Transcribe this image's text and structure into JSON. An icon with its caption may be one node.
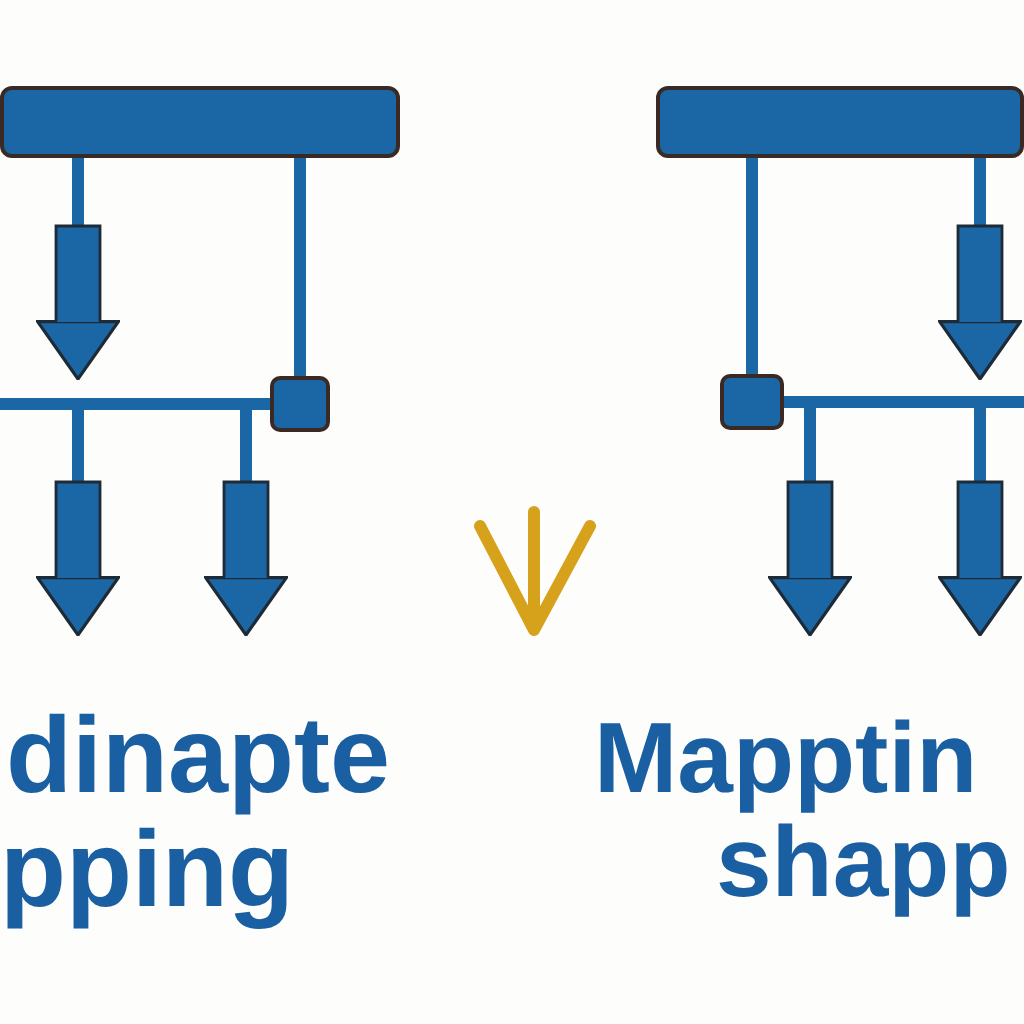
{
  "diagram": {
    "nodes": [
      {
        "text": [],
        "shape": "bar"
      },
      {
        "text": [],
        "shape": "box"
      },
      {
        "text": [],
        "shape": "bar"
      },
      {
        "text": [],
        "shape": "box"
      }
    ],
    "edges": [
      {
        "from": 0,
        "to": null,
        "arrow": "to"
      },
      {
        "from": 0,
        "to": 1,
        "arrow": "none"
      },
      {
        "from": 1,
        "to": null,
        "arrow": "to"
      },
      {
        "from": 1,
        "to": null,
        "arrow": "to"
      },
      {
        "from": 1,
        "to": null,
        "arrow": "none"
      },
      {
        "from": 2,
        "to": 3,
        "arrow": "none"
      },
      {
        "from": 2,
        "to": null,
        "arrow": "to"
      },
      {
        "from": 3,
        "to": null,
        "arrow": "to"
      },
      {
        "from": 3,
        "to": null,
        "arrow": "to"
      },
      {
        "from": 3,
        "to": null,
        "arrow": "none"
      }
    ],
    "labels": [
      "dinapte",
      "pping",
      "Mapptin",
      "shapp"
    ]
  }
}
